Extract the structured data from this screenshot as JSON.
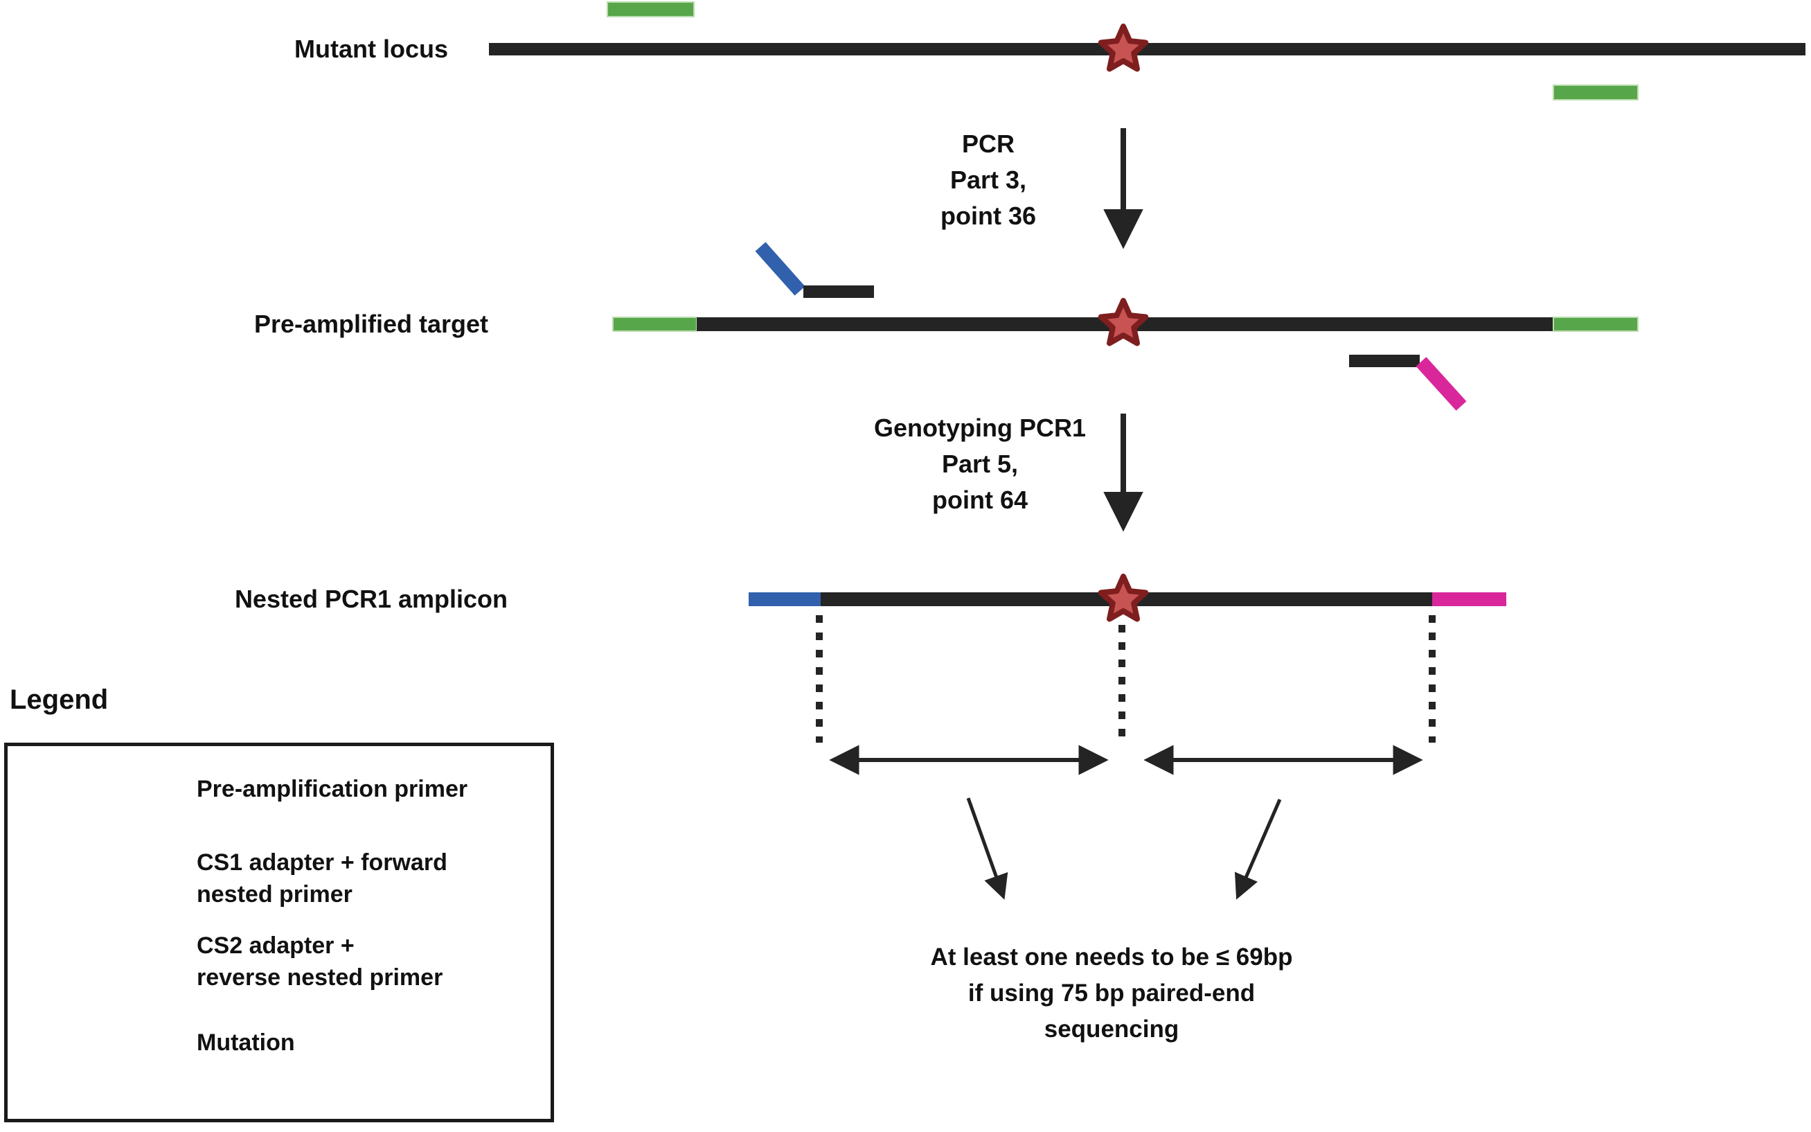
{
  "colors": {
    "black": "#242424",
    "green": "#57A74A",
    "green_edge": "#BBDCAE",
    "blue": "#3161AD",
    "pink": "#D9279B",
    "star_fill": "#C85353",
    "star_stroke": "#7E1E1E"
  },
  "rows": {
    "mutant_locus": {
      "label": "Mutant locus"
    },
    "pre_amplified": {
      "label": "Pre-amplified target"
    },
    "nested": {
      "label": "Nested PCR1 amplicon"
    }
  },
  "steps": {
    "pcr": {
      "label": "PCR\nPart 3,\npoint 36"
    },
    "genotyping": {
      "label": "Genotyping PCR1\nPart 5,\npoint 64"
    }
  },
  "note": {
    "label": "At least one needs to be ≤ 69bp\nif using 75 bp paired-end\nsequencing"
  },
  "legend": {
    "title": "Legend",
    "items": [
      {
        "key": "pre-amplification-primer",
        "label": "Pre-amplification primer"
      },
      {
        "key": "cs1-adapter",
        "label": "CS1 adapter + forward\nnested primer"
      },
      {
        "key": "cs2-adapter",
        "label": "CS2 adapter +\nreverse nested primer"
      },
      {
        "key": "mutation",
        "label": "Mutation"
      }
    ]
  }
}
